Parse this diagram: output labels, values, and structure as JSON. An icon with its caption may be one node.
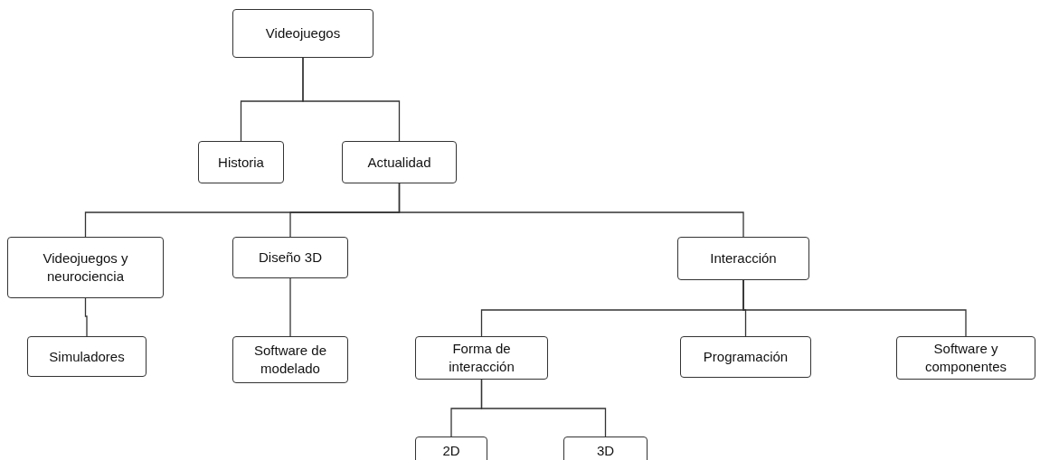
{
  "diagram": {
    "nodes": [
      {
        "text": [
          "Videojuegos"
        ]
      },
      {
        "text": [
          "Historia"
        ]
      },
      {
        "text": [
          "Actualidad"
        ]
      },
      {
        "text": [
          "Videojuegos y neurociencia"
        ]
      },
      {
        "text": [
          "Diseño 3D"
        ]
      },
      {
        "text": [
          "Interacción"
        ]
      },
      {
        "text": [
          "Simuladores"
        ]
      },
      {
        "text": [
          "Software de modelado"
        ]
      },
      {
        "text": [
          "Forma de interacción"
        ]
      },
      {
        "text": [
          "Programación"
        ]
      },
      {
        "text": [
          "Software y componentes"
        ]
      },
      {
        "text": [
          "2D"
        ]
      },
      {
        "text": [
          "3D"
        ]
      }
    ],
    "edges": [
      {
        "from": 0,
        "to": 1,
        "arrow": "none"
      },
      {
        "from": 0,
        "to": 2,
        "arrow": "none"
      },
      {
        "from": 2,
        "to": 3,
        "arrow": "none"
      },
      {
        "from": 2,
        "to": 4,
        "arrow": "none"
      },
      {
        "from": 2,
        "to": 5,
        "arrow": "none"
      },
      {
        "from": 3,
        "to": 6,
        "arrow": "none"
      },
      {
        "from": 4,
        "to": 7,
        "arrow": "none"
      },
      {
        "from": 5,
        "to": 8,
        "arrow": "none"
      },
      {
        "from": 5,
        "to": 9,
        "arrow": "none"
      },
      {
        "from": 5,
        "to": 10,
        "arrow": "none"
      },
      {
        "from": 8,
        "to": 11,
        "arrow": "none"
      },
      {
        "from": 8,
        "to": 12,
        "arrow": "none"
      }
    ]
  }
}
